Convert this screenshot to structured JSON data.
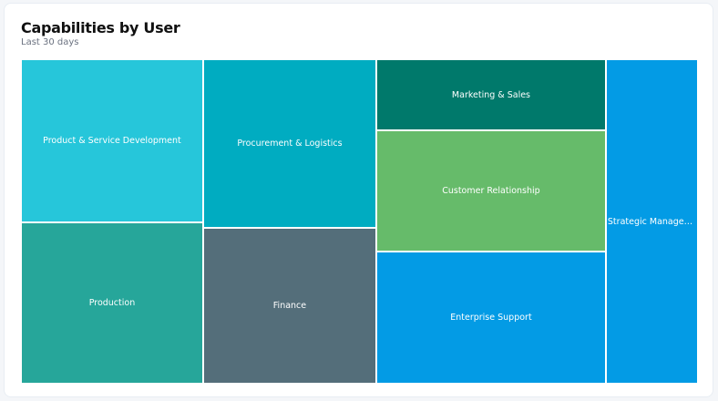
{
  "title": "Capabilities by User",
  "subtitle": "Last 30 days",
  "chart_data": {
    "type": "treemap",
    "title": "Capabilities by User",
    "subtitle": "Last 30 days",
    "items": [
      {
        "label": "Product & Service Development",
        "value": 358,
        "color": "#26c6da"
      },
      {
        "label": "Production",
        "value": 354,
        "color": "#26a69a"
      },
      {
        "label": "Procurement & Logistics",
        "value": 352,
        "color": "#00acc1"
      },
      {
        "label": "Finance",
        "value": 325,
        "color": "#546e7a"
      },
      {
        "label": "Marketing & Sales",
        "value": 197,
        "color": "#00796b"
      },
      {
        "label": "Customer Relationship",
        "value": 335,
        "color": "#66bb6a"
      },
      {
        "label": "Enterprise Support",
        "value": 365,
        "color": "#039be5"
      },
      {
        "label": "Strategic Management",
        "value": 360,
        "color": "#039be5"
      }
    ]
  }
}
